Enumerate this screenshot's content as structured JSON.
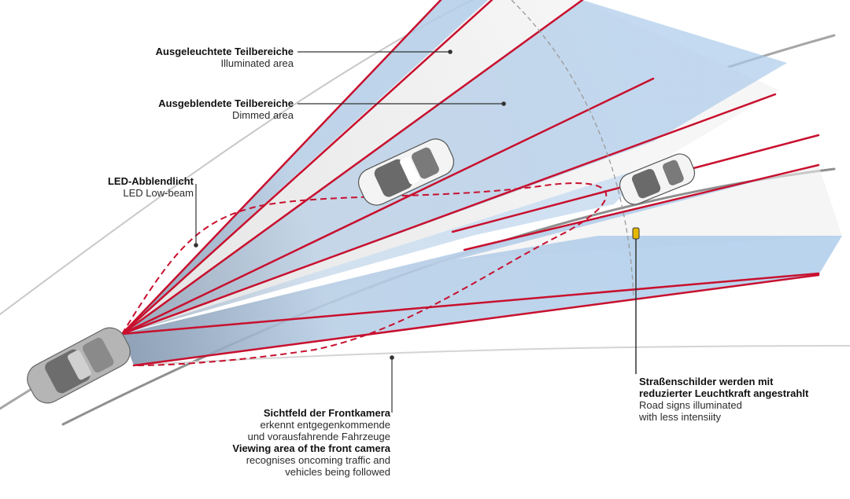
{
  "labels": {
    "illuminated": {
      "de": "Ausgeleuchtete Teilbereiche",
      "en": "Illuminated area"
    },
    "dimmed": {
      "de": "Ausgeblendete Teilbereiche",
      "en": "Dimmed area"
    },
    "lowbeam": {
      "de": "LED-Abblendlicht",
      "en": "LED Low-beam"
    },
    "signs": {
      "de_line1": "Straßenschilder werden mit",
      "de_line2": "reduzierter Leuchtkraft angestrahlt",
      "en_line1": "Road signs illuminated",
      "en_line2": "with less intensiity"
    },
    "camera": {
      "de_title": "Sichtfeld der Frontkamera",
      "de_line1": "erkennt entgegenkommende",
      "de_line2": "und vorausfahrende Fahrzeuge",
      "en_title": "Viewing area of the front camera",
      "en_line1": "recognises oncoming traffic and",
      "en_line2": "vehicles being followed"
    }
  },
  "colors": {
    "beam_edge": "#c8102e",
    "illuminated_fill": "#a9c9ea",
    "dimmed_fill": "#f2f2f2",
    "road_line": "#9a9a9a",
    "sign": "#e6b800"
  },
  "icons": [
    "ego-car-icon",
    "oncoming-car-icon",
    "preceding-car-icon",
    "road-sign-icon"
  ]
}
